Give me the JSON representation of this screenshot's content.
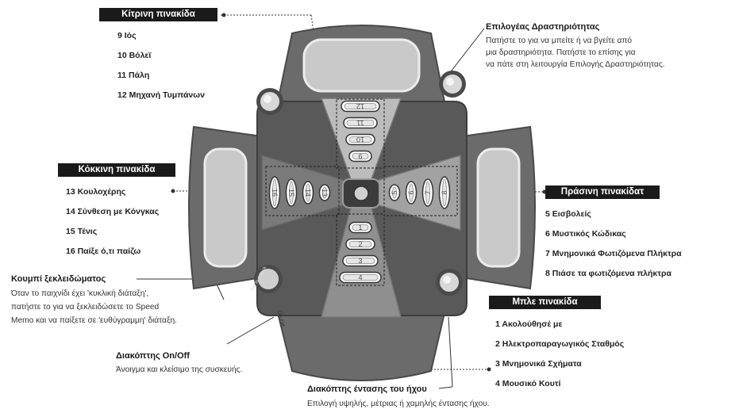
{
  "yellow_panel": {
    "label": "Κίτρινη πινακίδα",
    "items": [
      "9 Ιός",
      "10 Βόλεϊ",
      "11 Πάλη",
      "12 Μηχανή Τυμπάνων"
    ]
  },
  "red_panel": {
    "label": "Κόκκινη πινακίδα",
    "items": [
      "13 Κουλοχέρης",
      "14 Σύνθεση με Κόνγκας",
      "15 Τένις",
      "16 Παίξε ό,τι παίζω"
    ]
  },
  "green_panel": {
    "label": "Πράσινη πινακίδατ",
    "items": [
      "5 Εισβολείς",
      "6 Μυστικός Κώδικας",
      "7 Μνημονικά Φωτιζόμενα Πλήκτρα",
      "8 Πιάσε τα φωτιζόμενα πλήκτρα"
    ]
  },
  "blue_panel": {
    "label": "Μπλε πινακίδα",
    "items": [
      "1 Ακολούθησέ με",
      "2 Ηλεκτροπαραγωγικός Σταθμός",
      "3 Μνημονικά Σχήματα",
      "4 Μουσικό Κουτί"
    ]
  },
  "activity_selector": {
    "title": "Επιλογέας Δραστηριότητας",
    "lines": [
      "Πατήστε το για να μπείτε ή να βγείτε από",
      "μια δραστηριότητα. Πατήστε το επίσης για",
      "να πάτε στη λειτουργία Επιλογής Δραστηριότητας."
    ]
  },
  "unlock_button": {
    "title": "Κουμπί ξεκλειδώματος",
    "lines": [
      "Όταν το παιχνίδι έχει 'κυκλική διάταξη',",
      "πατήστε το για να ξεκλειδώσετε το Speed",
      "Memo και να παίξετε σε 'ευθύγραμμη' διάταξη."
    ]
  },
  "power_switch": {
    "title": "Διακόπτης On/Off",
    "lines": [
      "Άνοιγμα και κλείσιμο της συσκευής."
    ]
  },
  "volume_switch": {
    "title": "Διακόπτης έντασης του ήχου",
    "lines": [
      "Επιλογή υψηλής, μέτριας ή χαμηλής έντασης ήχου."
    ]
  },
  "device": {
    "top_keys": [
      "12",
      "11",
      "10",
      "9"
    ],
    "bottom_keys": [
      "1",
      "2",
      "3",
      "4"
    ],
    "left_keys": [
      "16",
      "15",
      "14",
      "13"
    ],
    "right_keys": [
      "5",
      "6",
      "7",
      "8"
    ],
    "unlock_text": "Tap to unlock",
    "switch_text": "On Off"
  }
}
